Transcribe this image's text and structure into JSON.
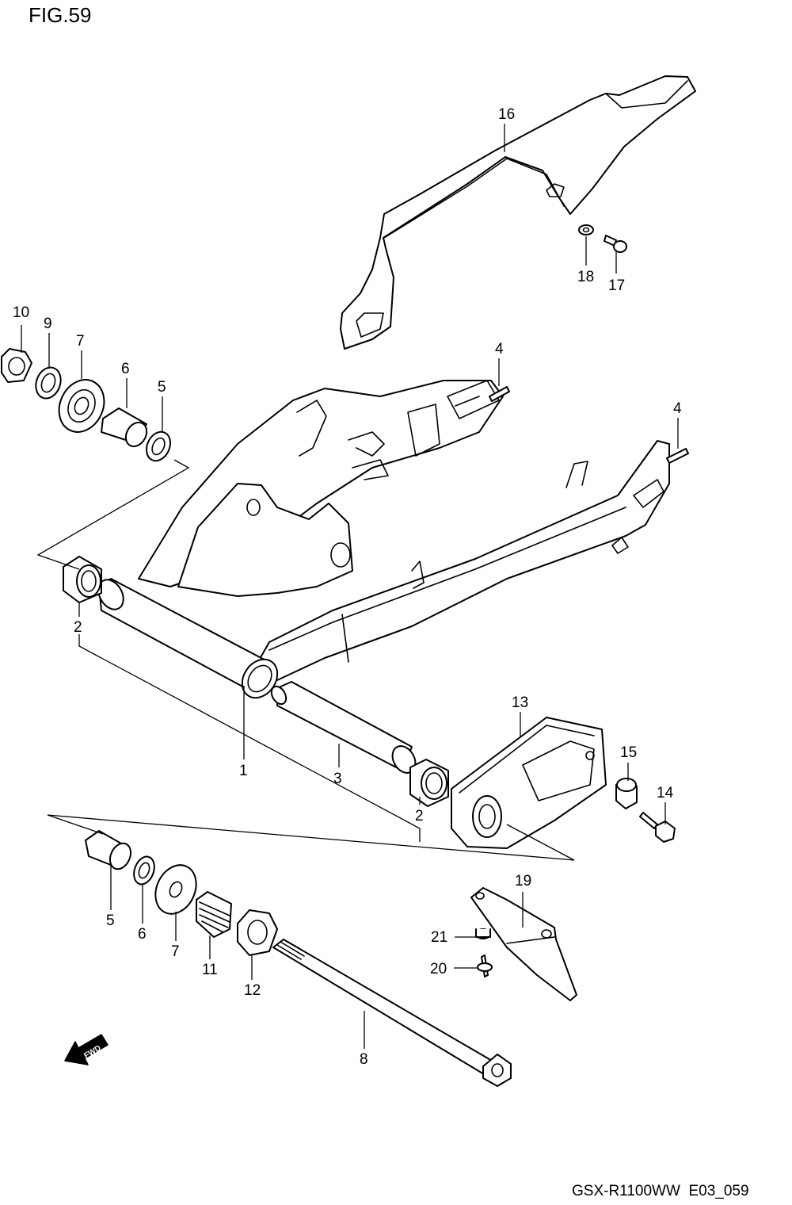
{
  "figure": {
    "title": "FIG.59",
    "model_code": "GSX-R1100WW  E03_059"
  },
  "fwd_arrow": {
    "label": "FWD",
    "icon": "fwd-arrow-icon"
  },
  "callouts": {
    "c1": "1",
    "c2a": "2",
    "c2b": "2",
    "c3": "3",
    "c4a": "4",
    "c4b": "4",
    "c5a": "5",
    "c5b": "5",
    "c6a": "6",
    "c6b": "6",
    "c7a": "7",
    "c7b": "7",
    "c8": "8",
    "c9": "9",
    "c10": "10",
    "c11": "11",
    "c12": "12",
    "c13": "13",
    "c14": "14",
    "c15": "15",
    "c16": "16",
    "c17": "17",
    "c18": "18",
    "c19": "19",
    "c20": "20",
    "c21": "21"
  },
  "colors": {
    "line": "#000000",
    "background": "#ffffff"
  }
}
